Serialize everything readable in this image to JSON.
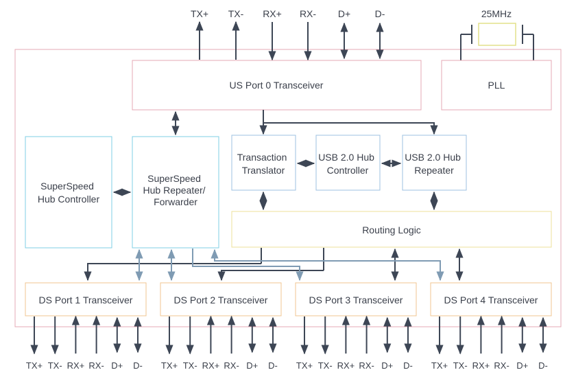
{
  "crystal": {
    "label": "25MHz"
  },
  "blocks": {
    "us_port": "US Port 0 Transceiver",
    "pll": "PLL",
    "ss_hub_controller": [
      "SuperSpeed",
      "Hub Controller"
    ],
    "ss_hub_repeater": [
      "SuperSpeed",
      "Hub Repeater/",
      "Forwarder"
    ],
    "transaction_translator": [
      "Transaction",
      "Translator"
    ],
    "usb2_hub_controller": [
      "USB 2.0 Hub",
      "Controller"
    ],
    "usb2_hub_repeater": [
      "USB 2.0 Hub",
      "Repeater"
    ],
    "routing_logic": "Routing Logic",
    "ds_ports": [
      "DS Port 1 Transceiver",
      "DS Port 2 Transceiver",
      "DS Port 3 Transceiver",
      "DS Port 4 Transceiver"
    ]
  },
  "us_pins": [
    "TX+",
    "TX-",
    "RX+",
    "RX-",
    "D+",
    "D-"
  ],
  "ds_pins": [
    "TX+",
    "TX-",
    "RX+",
    "RX-",
    "D+",
    "D-"
  ],
  "colors": {
    "outline_pink": "#e6a9b4",
    "outline_cyan": "#7fcfe6",
    "outline_blue": "#9cc0e0",
    "outline_yellow": "#ece29a",
    "outline_orange": "#f0c690",
    "arrow_dark": "#3d4655",
    "arrow_light": "#7f9bb3"
  }
}
